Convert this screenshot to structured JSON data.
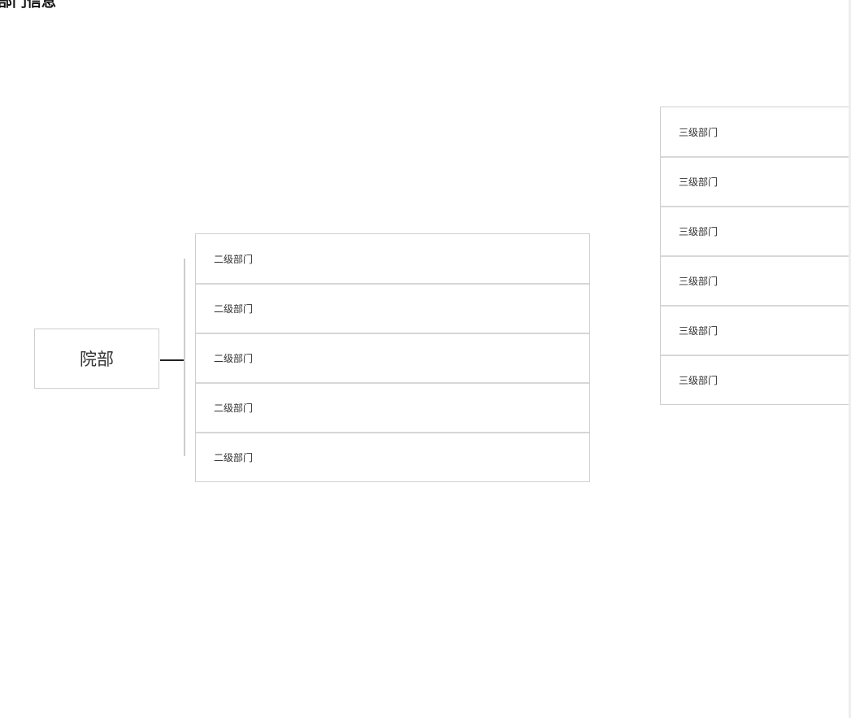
{
  "page": {
    "title": "部门信息"
  },
  "root": {
    "label": "院部"
  },
  "level2": {
    "items": [
      {
        "label": "二级部门"
      },
      {
        "label": "二级部门"
      },
      {
        "label": "二级部门"
      },
      {
        "label": "二级部门"
      },
      {
        "label": "二级部门"
      }
    ]
  },
  "level3": {
    "items": [
      {
        "label": "三级部门"
      },
      {
        "label": "三级部门"
      },
      {
        "label": "三级部门"
      },
      {
        "label": "三级部门"
      },
      {
        "label": "三级部门"
      },
      {
        "label": "三级部门"
      }
    ]
  }
}
